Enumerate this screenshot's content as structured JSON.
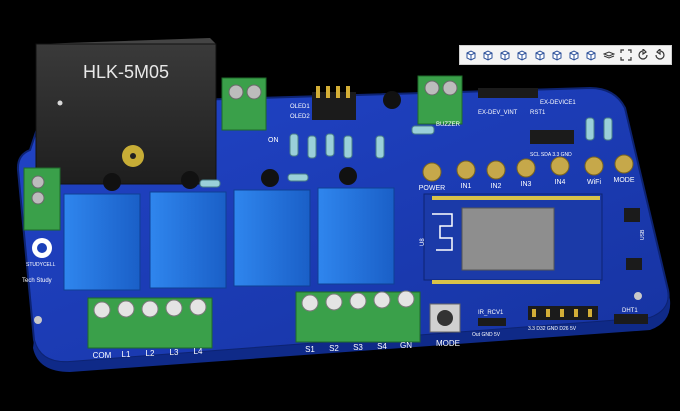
{
  "board": {
    "module_label": "HLK-5M05",
    "left_terminal_labels": [
      "COM",
      "L1",
      "L2",
      "L3",
      "L4"
    ],
    "right_terminal_labels": [
      "S1",
      "S2",
      "S3",
      "S4",
      "GN"
    ],
    "mode_button_label": "MODE",
    "status_leds": [
      "POWER",
      "IN1",
      "IN2",
      "IN3",
      "IN4",
      "WiFi",
      "MODE"
    ],
    "silkscreen": {
      "oled1": "OLED1",
      "oled2": "OLED2",
      "on": "ON",
      "exdevice": "EX-DEVICE1",
      "exdev_vint": "EX-DEV_VINT",
      "rst": "RST1",
      "buzzer": "BUZZER",
      "scl_pins": "SCL SDA 3.3 GND",
      "u8": "U8",
      "ir_rcv": "IR_RCV1",
      "ir_pins": "Out GND 5V",
      "bottom_pins": "3.3 D32 GND D26 5V",
      "dht": "DHT1",
      "logo_text": "STUDYCELL",
      "brand_text": "Tech Study",
      "usb": "USB"
    }
  },
  "toolbar": {
    "icons": [
      "cube-front-icon",
      "cube-back-icon",
      "cube-top-icon",
      "cube-bottom-icon",
      "cube-left-icon",
      "cube-right-icon",
      "cube-iso-icon",
      "cube-iso2-icon",
      "layers-icon",
      "fit-screen-icon",
      "rotate-icon",
      "reset-view-icon"
    ]
  },
  "colors": {
    "pcb": "#1a3fb8",
    "relay": "#1f6ed8",
    "terminal": "#3aa04a",
    "module": "#2a2a2a"
  }
}
